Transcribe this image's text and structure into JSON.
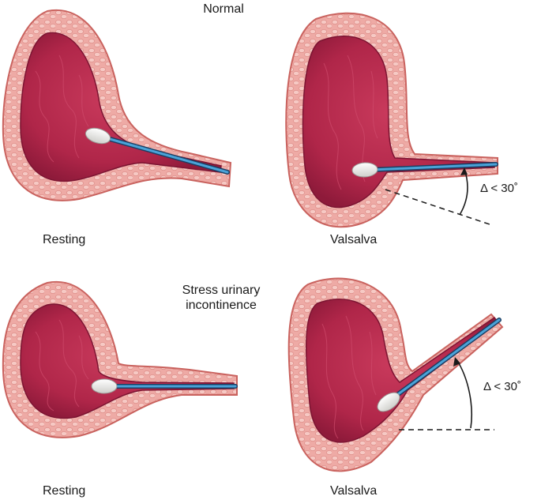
{
  "headings": {
    "top": "Normal",
    "bottom_line1": "Stress urinary",
    "bottom_line2": "incontinence"
  },
  "panels": [
    {
      "id": "normal-resting",
      "caption": "Resting"
    },
    {
      "id": "normal-valsalva",
      "caption": "Valsalva"
    },
    {
      "id": "sui-resting",
      "caption": "Resting"
    },
    {
      "id": "sui-valsalva",
      "caption": "Valsalva"
    }
  ],
  "angle_labels": {
    "normal": "Δ < 30˚",
    "sui": "Δ < 30˚"
  },
  "colors": {
    "wall_outer": "#e9a3a0",
    "wall_stroke": "#c9625e",
    "wall_fat": "#f2bdb8",
    "lumen": "#b52a4c",
    "lumen_dark": "#8e1a3a",
    "swab_shaft": "#4aa3d8",
    "swab_shaft_dark": "#1c3e63",
    "swab_tip": "#f3f3f1"
  }
}
